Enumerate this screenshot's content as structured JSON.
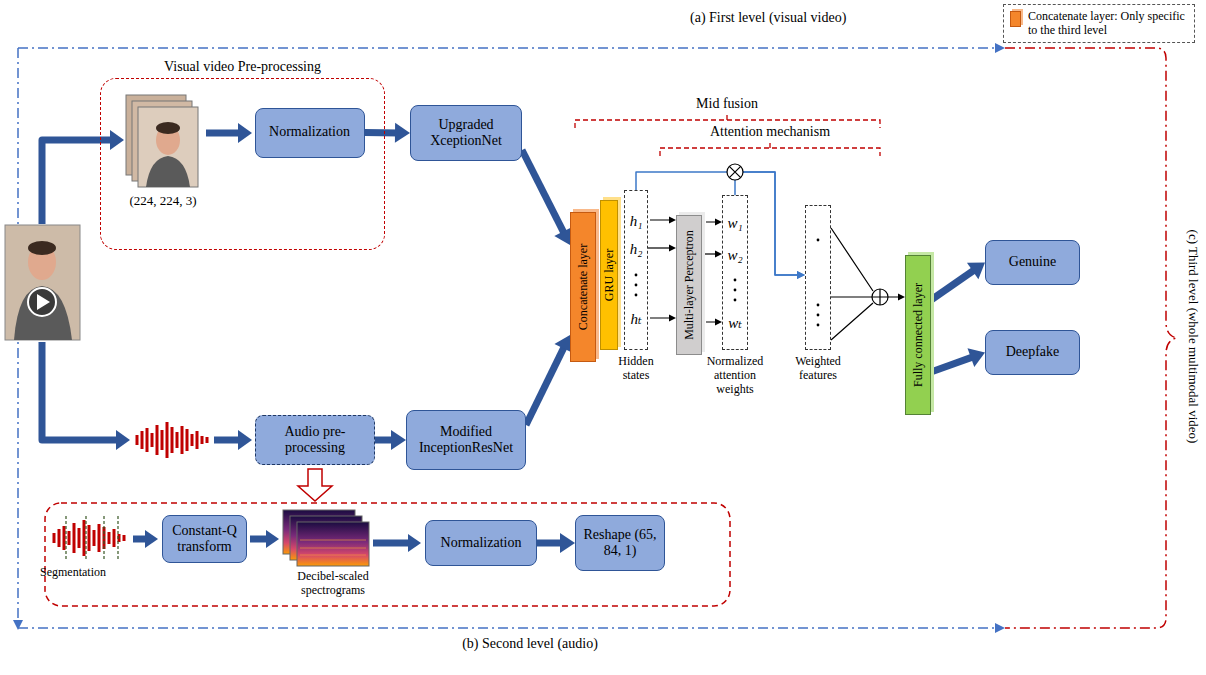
{
  "diagram": {
    "nodes": [
      {
        "text": [
          "Visual video Pre-processing"
        ]
      },
      {
        "text": [
          "Normalization"
        ],
        "in": 0
      },
      {
        "text": [
          "Upgraded XceptionNet"
        ]
      },
      {
        "text": [
          "Audio pre-processing"
        ]
      },
      {
        "text": [
          "Modified InceptionResNet"
        ]
      },
      {
        "text": [
          "Constant-Q transform"
        ]
      },
      {
        "text": [
          "Normalization"
        ]
      },
      {
        "text": [
          "Reshape (65, 84, 1)"
        ]
      },
      {
        "text": [
          "Concatenate layer"
        ]
      },
      {
        "text": [
          "GRU layer"
        ]
      },
      {
        "text": [
          "h₁",
          "h₂",
          "hₜ",
          "Hidden states"
        ]
      },
      {
        "text": [
          "Multi-layer Perceptron"
        ]
      },
      {
        "text": [
          "w₁",
          "w₂",
          "wₜ",
          "Normalized attention weights"
        ]
      },
      {
        "text": [
          "Weighted features"
        ]
      },
      {
        "text": [
          "Fully connected layer"
        ]
      },
      {
        "text": [
          "Genuine"
        ]
      },
      {
        "text": [
          "Deepfake"
        ]
      }
    ],
    "edges": [
      {
        "from": 1,
        "to": 2,
        "arrow": "to"
      },
      {
        "from": 2,
        "to": 8,
        "arrow": "to"
      },
      {
        "from": 3,
        "to": 4,
        "arrow": "to"
      },
      {
        "from": 4,
        "to": 8,
        "arrow": "to"
      },
      {
        "from": 6,
        "to": 7,
        "arrow": "to"
      },
      {
        "from": 10,
        "to": 11,
        "arrow": "to"
      },
      {
        "from": 11,
        "to": 12,
        "arrow": "to"
      },
      {
        "from": 10,
        "to": 13,
        "arrow": "to"
      },
      {
        "from": 12,
        "to": 13,
        "arrow": "to"
      },
      {
        "from": 13,
        "to": 14,
        "arrow": "to"
      },
      {
        "from": 14,
        "to": 15,
        "arrow": "to"
      },
      {
        "from": 14,
        "to": 16,
        "arrow": "to"
      }
    ],
    "labels": [
      "(a) First level (visual video)",
      "(b) Second level (audio)",
      "(c) Third level (whole multimodal video)",
      "(224, 224, 3)",
      "Mid fusion",
      "Attention mechanism",
      "Segmentation",
      "Decibel-scaled spectrograms"
    ],
    "legend": [
      {
        "text": "Concatenate layer: Only specific to the third level",
        "color": "#f4862b"
      }
    ]
  }
}
